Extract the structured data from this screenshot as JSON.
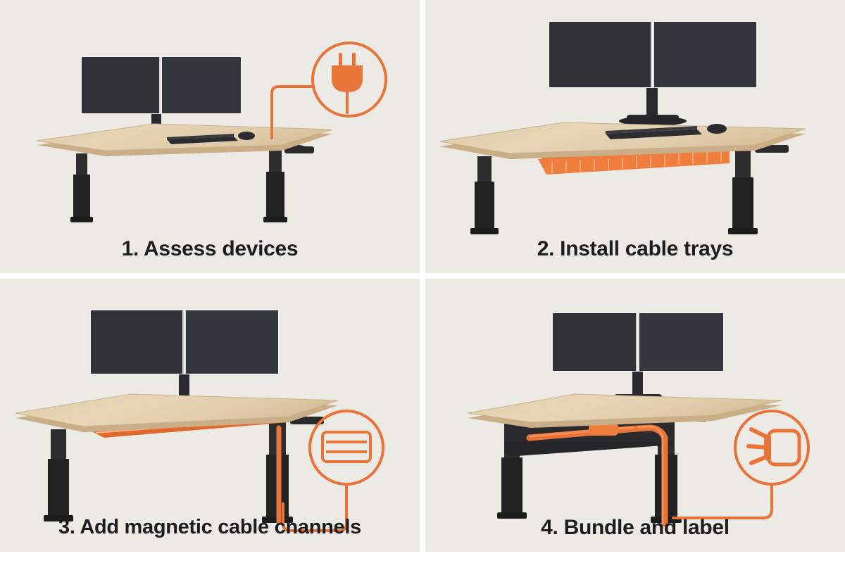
{
  "meta": {
    "background_color": "#eceae4",
    "divider_color": "#ffffff",
    "accent_color": "#e8743a",
    "text_color": "#1d1d1f",
    "desk_top_color": "#e3cfae",
    "desk_edge_color": "#c9ae87",
    "frame_color": "#262626",
    "screen_color": "#303238"
  },
  "panels": [
    {
      "number": "1",
      "caption": "1. Assess devices",
      "badge": {
        "present": true,
        "icon": "plug-icon",
        "label": "Power plug"
      },
      "scene": {
        "monitors": 2,
        "has_keyboard": true,
        "has_mouse": true,
        "has_cable_tray": false,
        "has_cable_channel": false,
        "has_bundle": false,
        "leader_line": true
      }
    },
    {
      "number": "2",
      "caption": "2. Install cable trays",
      "badge": {
        "present": false,
        "icon": "",
        "label": ""
      },
      "scene": {
        "monitors": 2,
        "has_keyboard": true,
        "has_mouse": true,
        "has_cable_tray": true,
        "has_cable_channel": false,
        "has_bundle": false,
        "leader_line": false
      }
    },
    {
      "number": "3",
      "caption": "3. Add magnetic cable channels",
      "badge": {
        "present": true,
        "icon": "cable-channel-icon",
        "label": "Magnetic cable channel"
      },
      "scene": {
        "monitors": 2,
        "has_keyboard": false,
        "has_mouse": false,
        "has_cable_tray": false,
        "has_cable_channel": true,
        "has_bundle": false,
        "leader_line": true
      }
    },
    {
      "number": "4",
      "caption": "4. Bundle and label",
      "badge": {
        "present": true,
        "icon": "bundle-label-icon",
        "label": "Bundle and label tag"
      },
      "scene": {
        "monitors": 2,
        "has_keyboard": false,
        "has_mouse": false,
        "has_cable_tray": false,
        "has_cable_channel": false,
        "has_bundle": true,
        "leader_line": true
      }
    }
  ]
}
